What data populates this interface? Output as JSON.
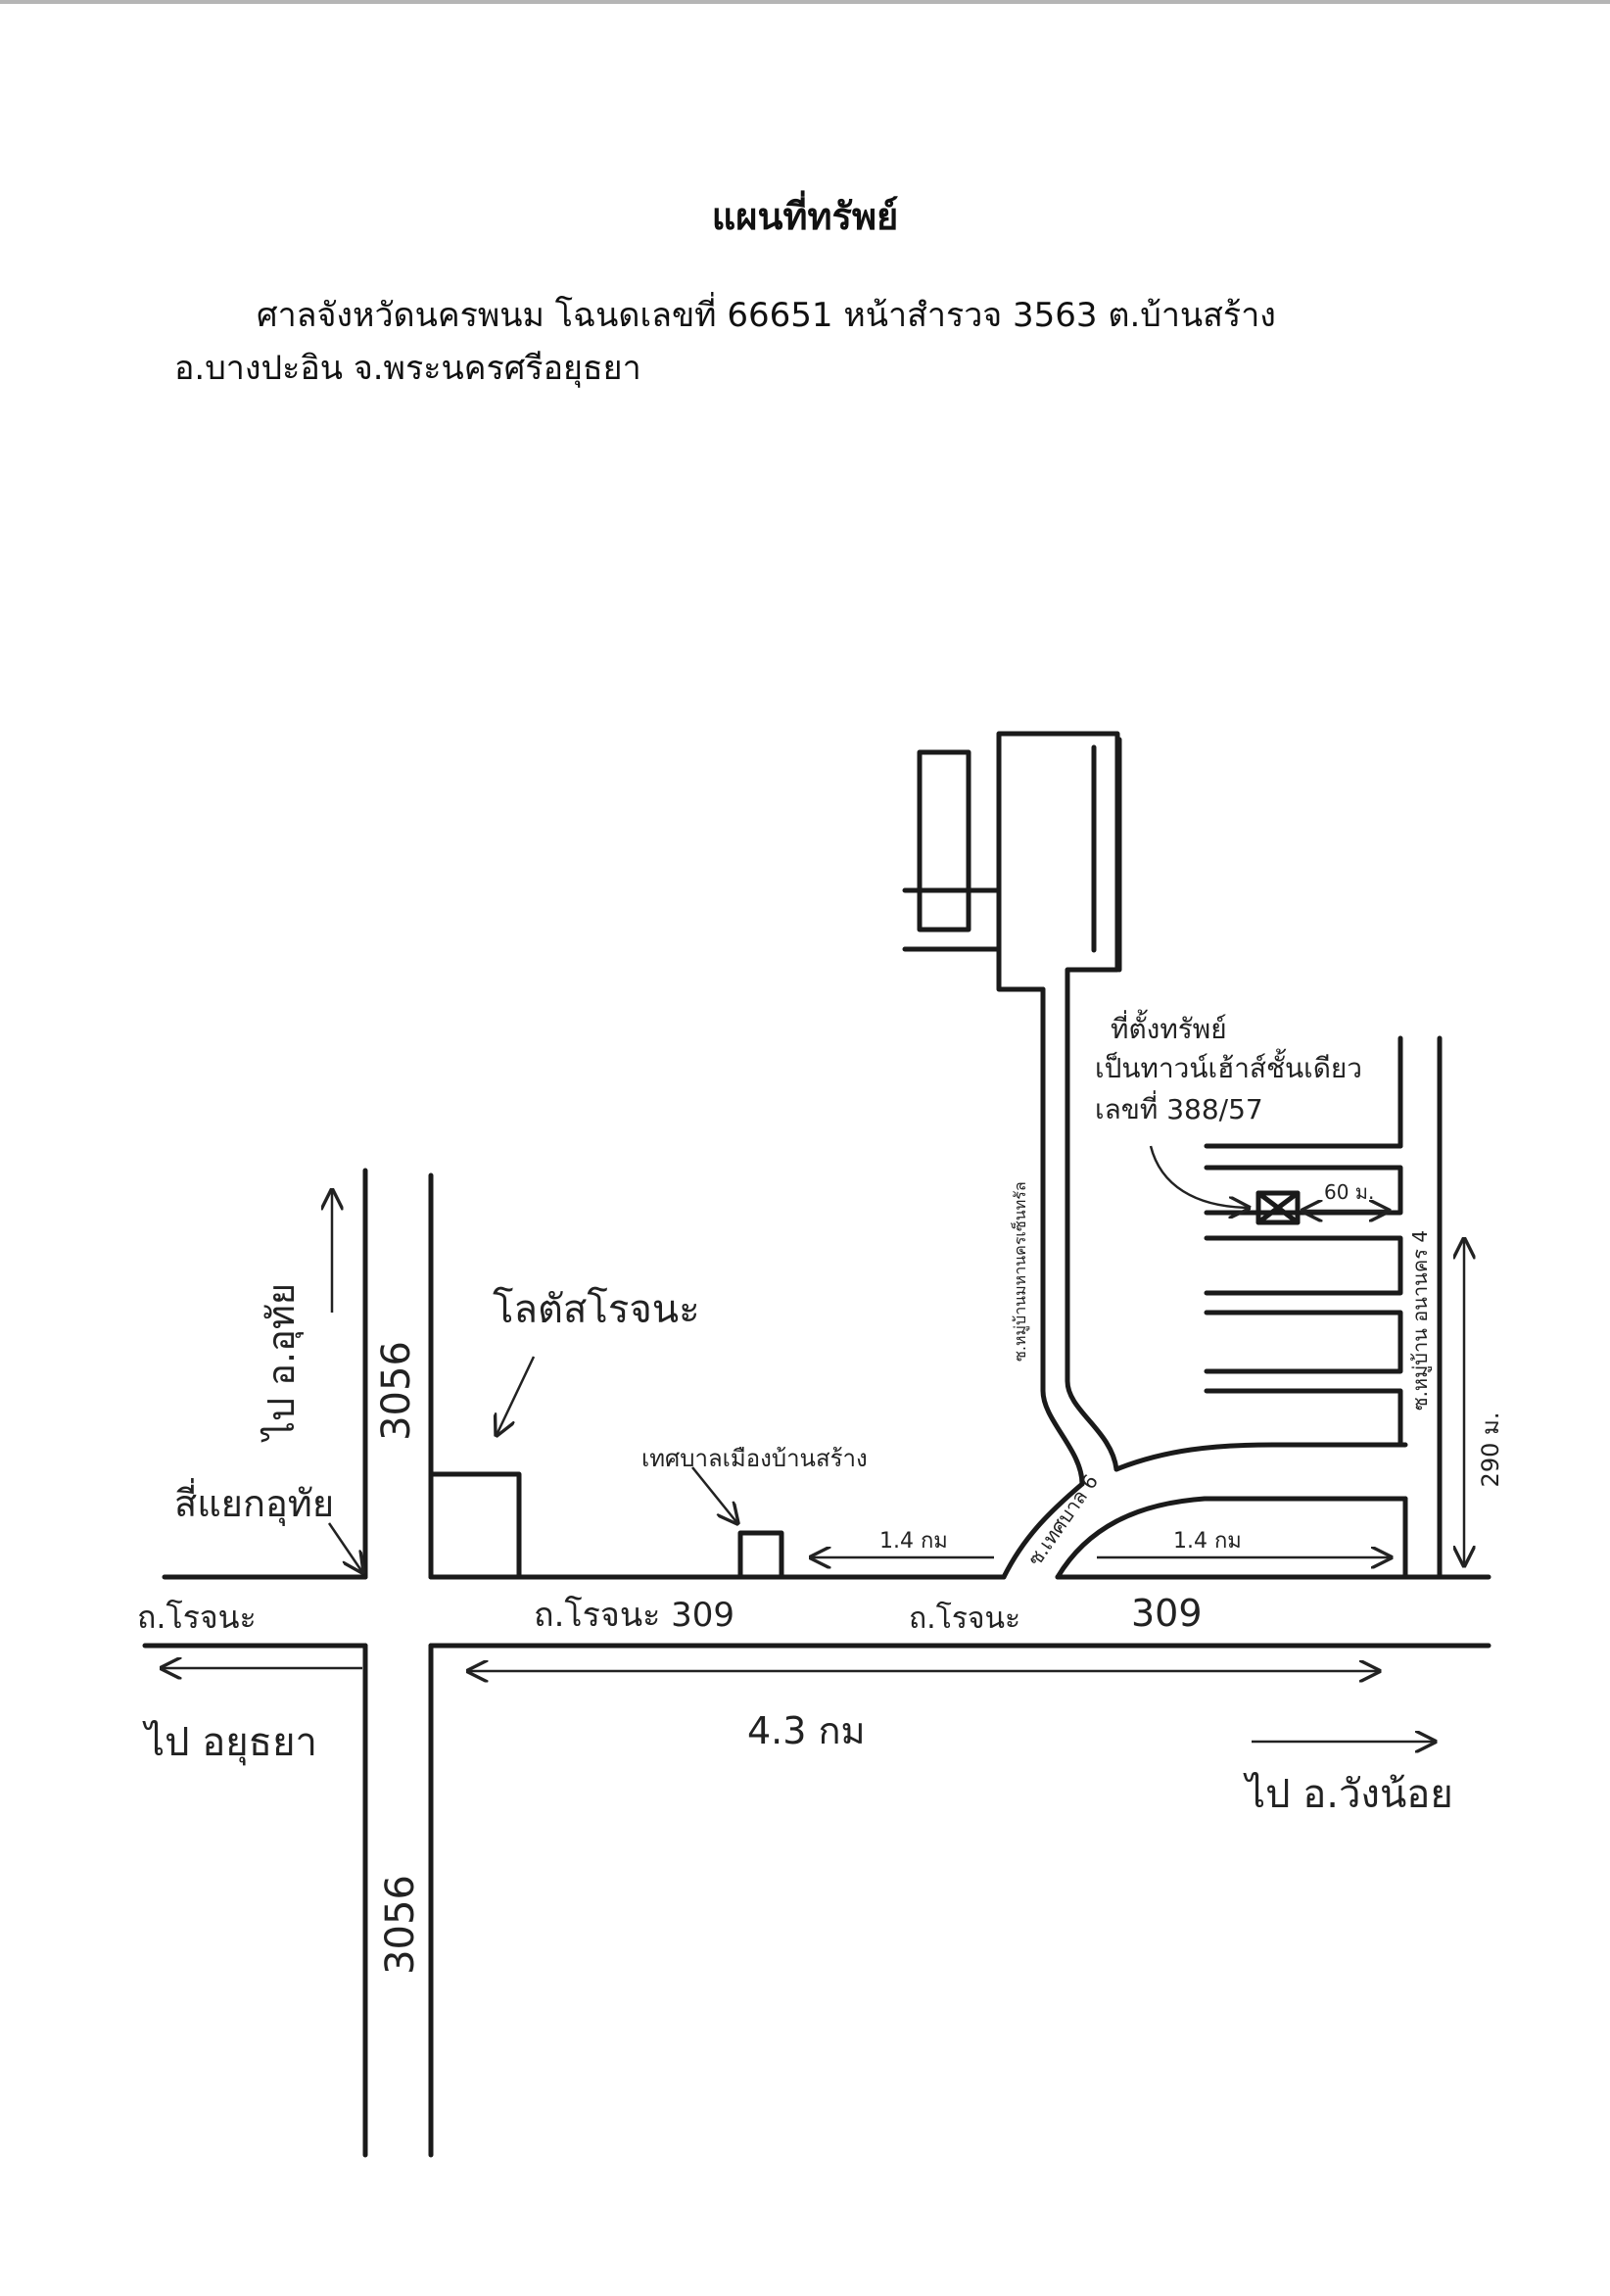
{
  "header": {
    "title": "แผนที่ทรัพย์",
    "line1": "ศาลจังหวัดนครพนม โฉนดเลขที่ 66651 หน้าสำรวจ 3563 ต.บ้านสร้าง",
    "line2": "อ.บางปะอิน จ.พระนครศรีอยุธยา"
  },
  "map": {
    "to_uthai": "ไป อ.อุทัย",
    "uthai_junction": "สี่แยกอุทัย",
    "road_3056_north": "3056",
    "road_3056_south": "3056",
    "lotus": "โลตัสโรจนะ",
    "municipality": "เทศบาลเมืองบ้านสร้าง",
    "rojana_left": "ถ.โรจนะ",
    "rojana_309_a": "ถ.โรจนะ 309",
    "rojana_309_b": "ถ.โรจนะ",
    "road_309_b": "309",
    "dist_1_4_left": "1.4 กม",
    "dist_1_4_right": "1.4 กม",
    "dist_4_3": "4.3 กม",
    "to_ayutthaya": "ไป อยุธยา",
    "to_wangnoi": "ไป อ.วังน้อย",
    "soi_tessaban6": "ซ.เทศบาล 6",
    "soi_village_left": "ซ.หมู่บ้านมหานครเซ็นทรัล",
    "soi_village_right": "ซ.หมู่บ้าน อนานคร 4",
    "property_l1": "ที่ตั้งทรัพย์",
    "property_l2": "เป็นทาวน์เฮ้าส์ชั้นเดียว",
    "property_l3": "เลขที่ 388/57",
    "dist_60m": "60 ม.",
    "dist_290m": "290 ม."
  }
}
